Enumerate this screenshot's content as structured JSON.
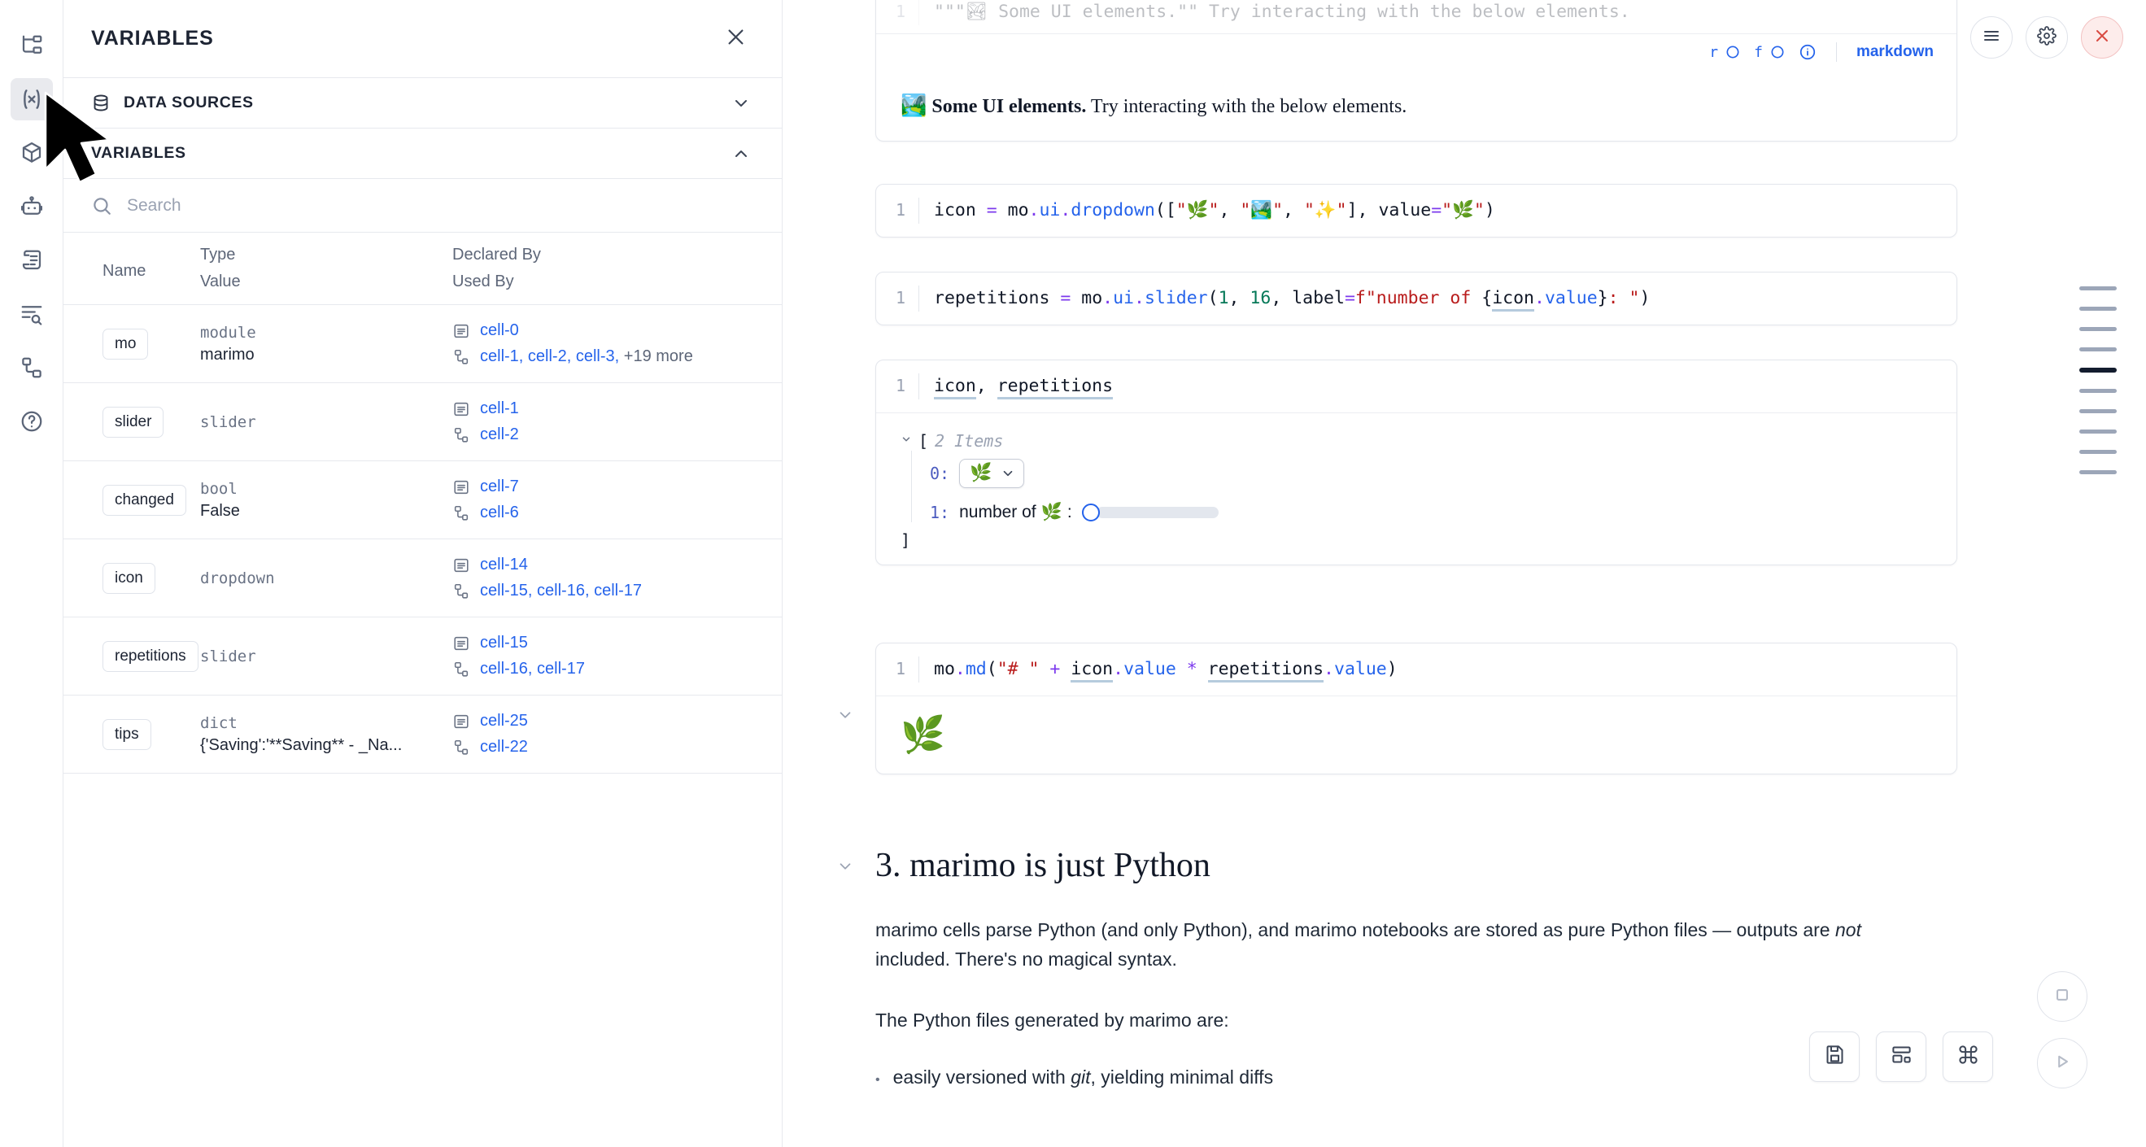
{
  "rail": {
    "items": [
      {
        "name": "file-tree",
        "label": "File explorer",
        "active": false
      },
      {
        "name": "variables",
        "label": "Variables",
        "active": true
      },
      {
        "name": "package",
        "label": "Packages",
        "active": false
      },
      {
        "name": "chat",
        "label": "AI assistant",
        "active": false
      },
      {
        "name": "documentation",
        "label": "Documentation",
        "active": false
      },
      {
        "name": "outline",
        "label": "Outline",
        "active": false
      },
      {
        "name": "dependencies",
        "label": "Dependency graph",
        "active": false
      },
      {
        "name": "help",
        "label": "Help",
        "active": false
      }
    ]
  },
  "panel": {
    "title": "VARIABLES",
    "close_label": "Close panel",
    "sections": [
      {
        "id": "data-sources",
        "label": "DATA SOURCES",
        "expanded": false
      },
      {
        "id": "variables",
        "label": "VARIABLES",
        "expanded": true
      }
    ],
    "search": {
      "placeholder": "Search",
      "value": ""
    },
    "columns": {
      "name": "Name",
      "type": "Type",
      "value": "Value",
      "declared_by": "Declared By",
      "used_by": "Used By"
    },
    "rows": [
      {
        "name": "mo",
        "type": "module",
        "value": "marimo",
        "declared_by": [
          "cell-0"
        ],
        "used_by": [
          "cell-1",
          "cell-2",
          "cell-3"
        ],
        "used_by_more": "+19 more"
      },
      {
        "name": "slider",
        "type": "slider",
        "value": "",
        "declared_by": [
          "cell-1"
        ],
        "used_by": [
          "cell-2"
        ],
        "used_by_more": ""
      },
      {
        "name": "changed",
        "type": "bool",
        "value": "False",
        "declared_by": [
          "cell-7"
        ],
        "used_by": [
          "cell-6"
        ],
        "used_by_more": ""
      },
      {
        "name": "icon",
        "type": "dropdown",
        "value": "",
        "declared_by": [
          "cell-14"
        ],
        "used_by": [
          "cell-15",
          "cell-16",
          "cell-17"
        ],
        "used_by_more": ""
      },
      {
        "name": "repetitions",
        "type": "slider",
        "value": "",
        "declared_by": [
          "cell-15"
        ],
        "used_by": [
          "cell-16",
          "cell-17"
        ],
        "used_by_more": ""
      },
      {
        "name": "tips",
        "type": "dict",
        "value": "{'Saving':'**Saving** - _Na...",
        "declared_by": [
          "cell-25"
        ],
        "used_by": [
          "cell-22"
        ],
        "used_by_more": ""
      }
    ]
  },
  "notebook": {
    "top_cell": {
      "line_number": "1",
      "code_faded": "\"\"\"🏞 Some UI elements.\"\" Try interacting with the below elements.",
      "toolbar": {
        "r_key": "r",
        "f_key": "f",
        "info_label": "info",
        "language": "markdown"
      },
      "output_prefix_emoji": "🏞",
      "output_bold": "Some UI elements.",
      "output_rest": " Try interacting with the below elements."
    },
    "cell_actions": [
      {
        "name": "cell-menu",
        "label": "Cell menu"
      },
      {
        "name": "cell-settings",
        "label": "Cell settings"
      },
      {
        "name": "cell-delete",
        "label": "Delete cell"
      }
    ],
    "cells": [
      {
        "id": "cell-icon",
        "line_number": "1",
        "code_plain": "icon = mo.ui.dropdown([\"🌿\", \"🏞\", \"✨\"], value=\"🌿\")"
      },
      {
        "id": "cell-repetitions",
        "line_number": "1",
        "code_plain": "repetitions = mo.ui.slider(1, 16, label=f\"number of {icon.value}: \")"
      },
      {
        "id": "cell-display",
        "line_number": "1",
        "code_plain": "icon, repetitions",
        "output": {
          "items_label": "2 Items",
          "open_bracket": "[",
          "close_bracket": "]",
          "rows": [
            {
              "index": "0:",
              "kind": "dropdown",
              "value_emoji": "🌿"
            },
            {
              "index": "1:",
              "kind": "slider",
              "label_prefix": "number of ",
              "label_emoji": "🌿",
              "label_suffix": ":"
            }
          ]
        }
      },
      {
        "id": "cell-md",
        "line_number": "1",
        "code_plain": "mo.md(\"# \" + icon.value * repetitions.value)",
        "output_emoji": "🌿"
      }
    ],
    "markdown_section": {
      "heading": "3. marimo is just Python",
      "paragraph_1_a": "marimo cells parse Python (and only Python), and marimo notebooks are stored as pure Python files — outputs are ",
      "paragraph_1_em": "not",
      "paragraph_1_b": " included. There's no magical syntax.",
      "paragraph_2": "The Python files generated by marimo are:",
      "bullet_1_a": "easily versioned with ",
      "bullet_1_em": "git",
      "bullet_1_b": ", yielding minimal diffs"
    }
  },
  "minimap": {
    "marks": 10,
    "active_index": 4
  },
  "floating_toolbar": {
    "buttons": [
      {
        "name": "save",
        "label": "Save notebook"
      },
      {
        "name": "layout",
        "label": "Change layout"
      },
      {
        "name": "keyboard-shortcuts",
        "label": "Keyboard shortcuts"
      }
    ],
    "round_buttons": [
      {
        "name": "stop",
        "label": "Interrupt"
      },
      {
        "name": "run",
        "label": "Run all cells"
      }
    ]
  },
  "colors": {
    "accent_link": "#2563eb",
    "danger": "#d94a41",
    "muted": "#6a7385",
    "border": "#e7e9ee",
    "string": "#b91c1c",
    "number": "#047857",
    "operator": "#7c3aed"
  }
}
